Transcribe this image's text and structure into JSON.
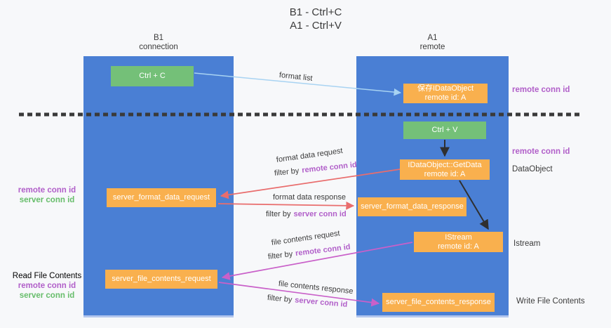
{
  "title": {
    "line1": "B1 - Ctrl+C",
    "line2": "A1 - Ctrl+V"
  },
  "lanes": [
    {
      "title": "B1",
      "subtitle": "connection"
    },
    {
      "title": "A1",
      "subtitle": "remote"
    }
  ],
  "nodes": {
    "ctrl_c": {
      "label": "Ctrl + C"
    },
    "ctrl_v": {
      "label": "Ctrl + V"
    },
    "store_idataobject": {
      "line1": "保存IDataObject",
      "line2": "remote id: A"
    },
    "idataobject_getdata": {
      "line1": "IDataObject::GetData",
      "line2": "remote id: A"
    },
    "istream": {
      "line1": "IStream",
      "line2": "remote id: A"
    },
    "server_format_data_request": {
      "label": "server_format_data_request"
    },
    "server_format_data_response": {
      "label": "server_format_data_response"
    },
    "server_file_contents_request": {
      "label": "server_file_contents_request"
    },
    "server_file_contents_response": {
      "label": "server_file_contents_response"
    }
  },
  "flows": {
    "format_list": {
      "label": "format list"
    },
    "format_data_request": {
      "label": "format data request",
      "filter_prefix": "filter by",
      "filter_key": "remote conn id"
    },
    "format_data_response": {
      "label": "format data response",
      "filter_prefix": "filter by",
      "filter_key": "server conn id"
    },
    "file_contents_request": {
      "label": "file contents request",
      "filter_prefix": "filter by",
      "filter_key": "remote conn id"
    },
    "file_contents_response": {
      "label": "file contents response",
      "filter_prefix": "filter by",
      "filter_key": "server conn id"
    }
  },
  "side_labels": {
    "remote_conn_id_a1_top": "remote conn id",
    "remote_conn_id_a1_mid": "remote conn id",
    "dataobject": "DataObject",
    "istream": "Istream",
    "write_file_contents": "Write File Contents",
    "read_file_contents": "Read File Contents",
    "b1_format_remote": "remote conn id",
    "b1_format_server": "server conn id",
    "b1_file_remote": "remote conn id",
    "b1_file_server": "server conn id"
  },
  "colors": {
    "lane_blue": "#4a7fd4",
    "box_green": "#74c078",
    "box_orange": "#f9b04e",
    "arrow_blue": "#a8d3f2",
    "arrow_red": "#e96d6d",
    "arrow_magenta": "#c960c9",
    "arrow_black": "#2f2f2f",
    "text_purple": "#b15fc9",
    "text_green": "#67bd6b"
  }
}
